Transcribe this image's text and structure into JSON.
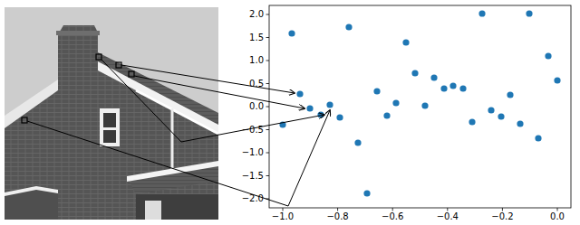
{
  "diagram": {
    "labels": [
      "2.0",
      "1.5",
      "1.0",
      "0.5",
      "0.0",
      "−0.5",
      "−1.0",
      "−1.5",
      "−2.0",
      "−1.0",
      "−0.8",
      "−0.6",
      "−0.4",
      "−0.2",
      "0.0"
    ]
  }
}
